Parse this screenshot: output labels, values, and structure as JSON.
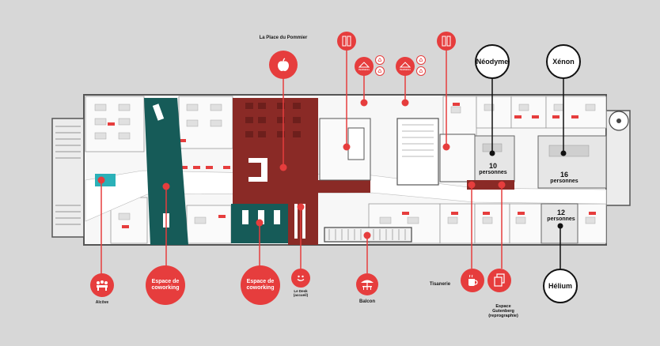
{
  "colors": {
    "background": "#d7d7d7",
    "accent_red": "#e63d3d",
    "dark_red_zone": "#8a2a26",
    "teal_zone": "#165b58",
    "room_gray": "#e6e6e6",
    "wall": "#555555"
  },
  "labels": {
    "place_pommier": "La Place du Pommier",
    "neodyme": "Néodyme",
    "xenon": "Xénon",
    "helium": "Hélium",
    "cap_10_num": "10",
    "cap_10_unit": "personnes",
    "cap_16_num": "16",
    "cap_16_unit": "personnes",
    "cap_12_num": "12",
    "cap_12_unit": "personnes",
    "alcove": "Alcôve",
    "coworking_1": "Espace de coworking",
    "coworking_2": "Espace de coworking",
    "desk_line1": "Le Desk",
    "desk_line2": "(accueil)",
    "balcon": "Balcon",
    "tisanerie": "Tisanerie",
    "gutenberg_line1": "Espace",
    "gutenberg_line2": "Gutenberg",
    "gutenberg_line3": "(reprographie)",
    "vestiaires_1": "Vestiaires",
    "vestiaires_2": "Vestiaires"
  },
  "icons": {
    "pommier": "apple-icon",
    "alcove": "group-meeting-icon",
    "desk": "smiley-icon",
    "balcon": "parasol-table-icon",
    "tisanerie": "mug-icon",
    "gutenberg": "printer-pages-icon",
    "vestiaires": "coat-hanger-icon",
    "recycling": "recycling-bins-icon",
    "lockers": "locker-icon"
  }
}
